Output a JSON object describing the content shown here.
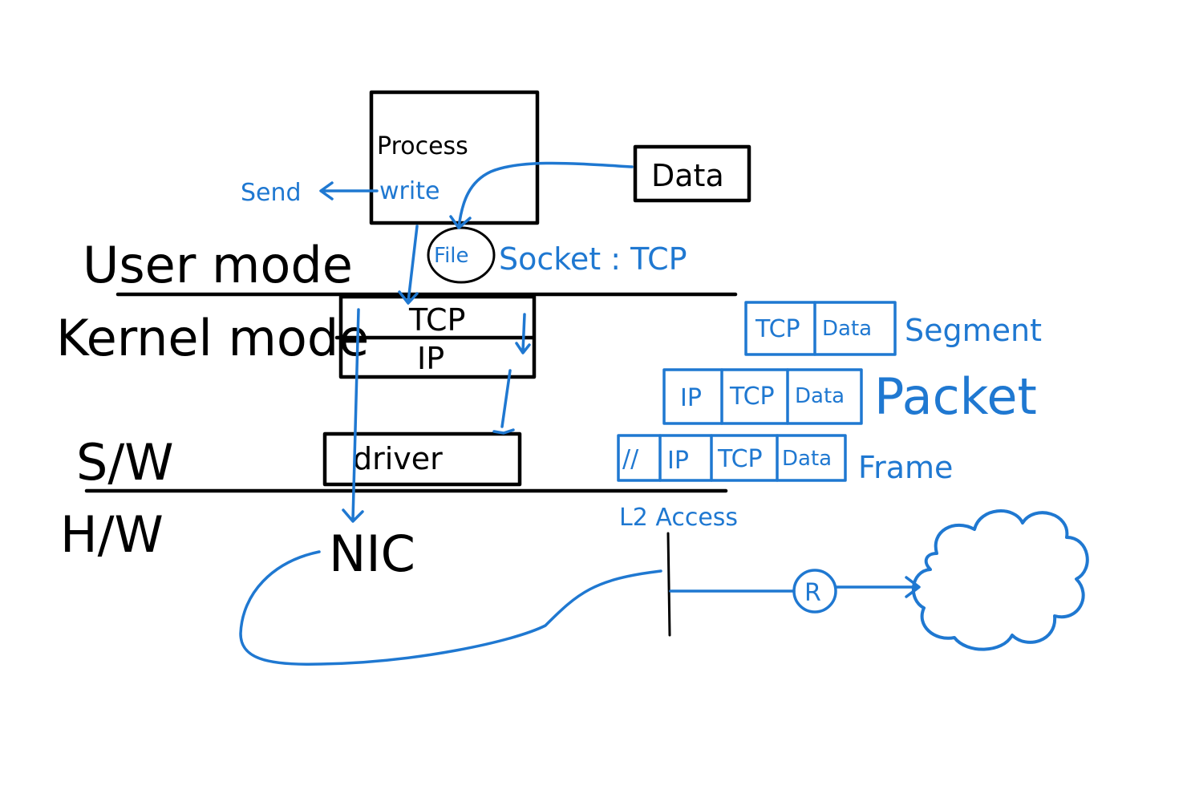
{
  "colors": {
    "ink": "#000000",
    "accent": "#1f78d1",
    "background": "#ffffff"
  },
  "labels": {
    "process": "Process",
    "write": "write",
    "send": "Send",
    "data": "Data",
    "file": "File",
    "socket": "Socket : TCP",
    "user_mode": "User mode",
    "kernel_mode": "Kernel mode",
    "sw": "S/W",
    "hw": "H/W",
    "tcp": "TCP",
    "ip": "IP",
    "driver": "driver",
    "nic": "NIC",
    "l2_access": "L2 Access",
    "router": "R"
  },
  "encapsulation": {
    "segment": {
      "name": "Segment",
      "cells": [
        "TCP",
        "Data"
      ]
    },
    "packet": {
      "name": "Packet",
      "cells": [
        "IP",
        "TCP",
        "Data"
      ]
    },
    "frame": {
      "name": "Frame",
      "cells": [
        "//",
        "IP",
        "TCP",
        "Data"
      ]
    }
  },
  "icons": {
    "internet": "cloud-icon"
  }
}
